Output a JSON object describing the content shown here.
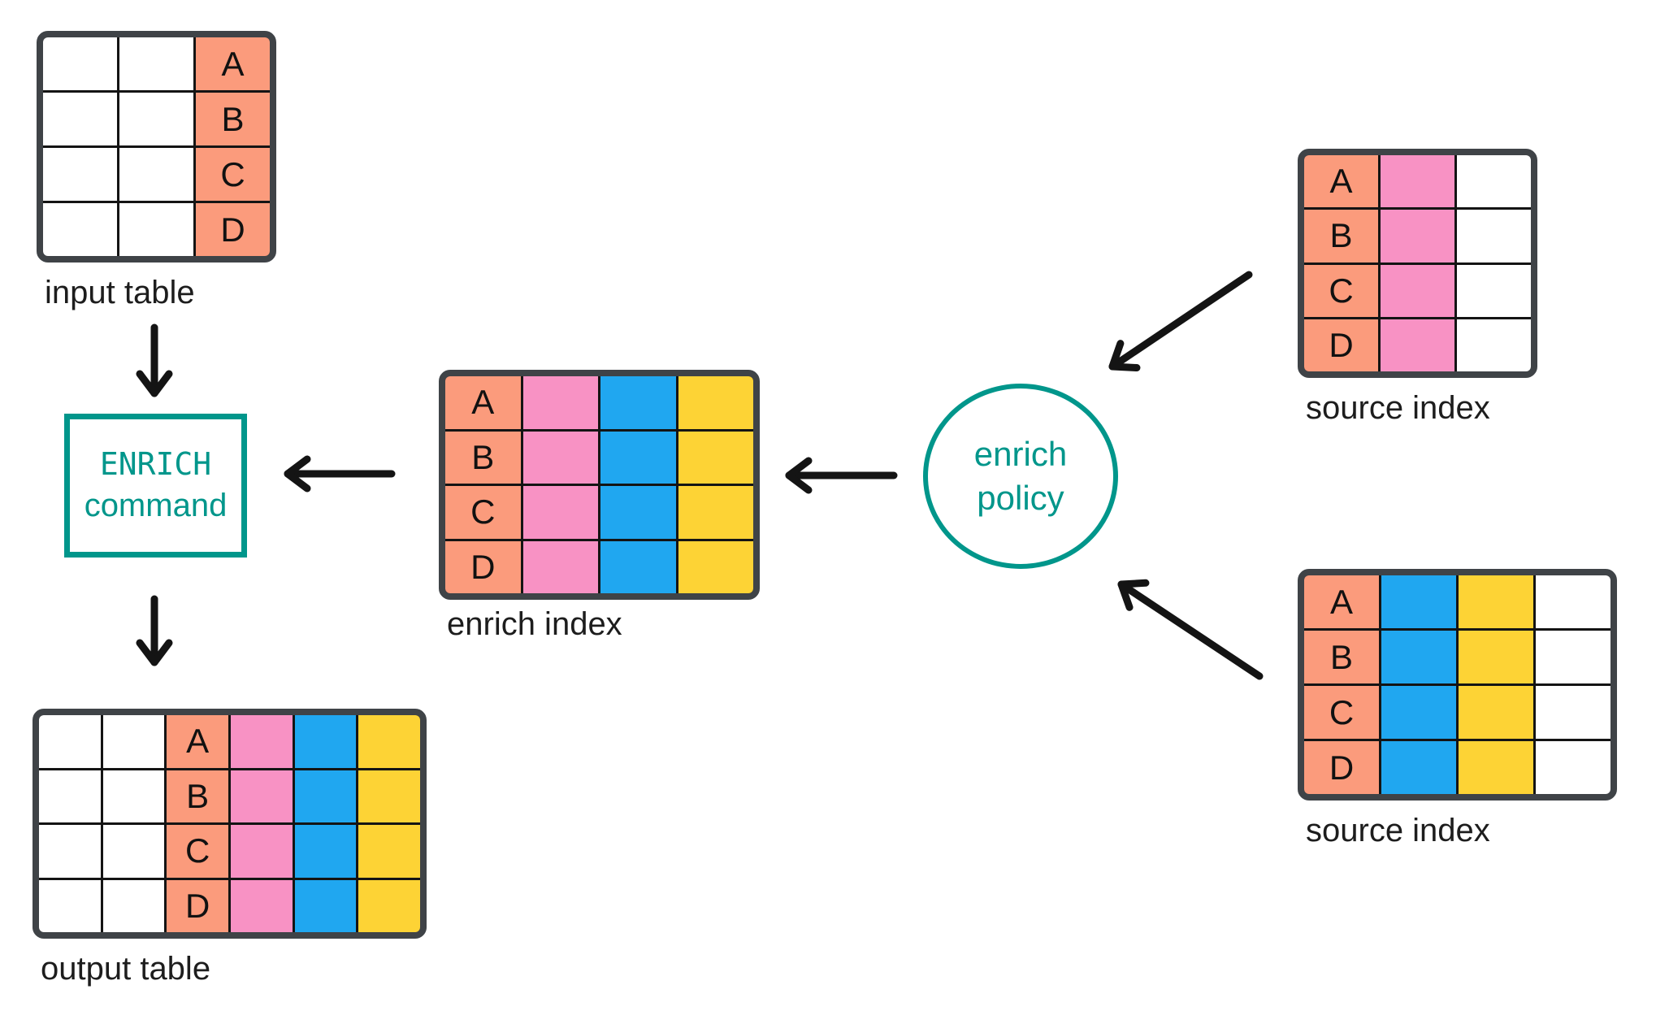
{
  "colors": {
    "key_salmon": "#FB9B7C",
    "pink": "#F892C4",
    "blue": "#20A7F0",
    "yellow": "#FDD335",
    "teal": "#00968B",
    "table_border": "#3F4347",
    "ink": "#141414"
  },
  "nodes": {
    "input_table": {
      "label": "input table",
      "columns": [
        "blank",
        "blank",
        "key"
      ],
      "row_keys": [
        "A",
        "B",
        "C",
        "D"
      ]
    },
    "enrich_command": {
      "line1": "ENRICH",
      "line2": "command"
    },
    "enrich_index": {
      "label": "enrich index",
      "columns": [
        "key",
        "pink",
        "blue",
        "yellow"
      ],
      "row_keys": [
        "A",
        "B",
        "C",
        "D"
      ]
    },
    "enrich_policy": {
      "line1": "enrich",
      "line2": "policy"
    },
    "source_index_top": {
      "label": "source index",
      "columns": [
        "key",
        "pink",
        "blank"
      ],
      "row_keys": [
        "A",
        "B",
        "C",
        "D"
      ]
    },
    "source_index_bottom": {
      "label": "source index",
      "columns": [
        "key",
        "blue",
        "yellow",
        "blank"
      ],
      "row_keys": [
        "A",
        "B",
        "C",
        "D"
      ]
    },
    "output_table": {
      "label": "output table",
      "columns": [
        "blank",
        "blank",
        "key",
        "pink",
        "blue",
        "yellow"
      ],
      "row_keys": [
        "A",
        "B",
        "C",
        "D"
      ]
    }
  },
  "edges": [
    {
      "from": "input_table",
      "to": "enrich_command"
    },
    {
      "from": "enrich_command",
      "to": "output_table"
    },
    {
      "from": "enrich_index",
      "to": "enrich_command"
    },
    {
      "from": "enrich_policy",
      "to": "enrich_index"
    },
    {
      "from": "source_index_top",
      "to": "enrich_policy"
    },
    {
      "from": "source_index_bottom",
      "to": "enrich_policy"
    }
  ]
}
